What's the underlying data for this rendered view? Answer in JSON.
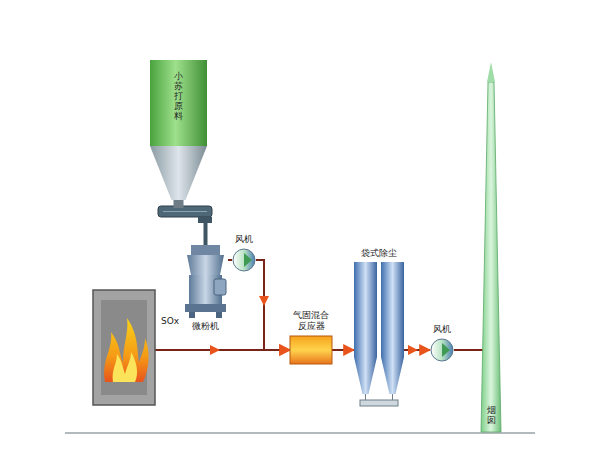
{
  "diagram": {
    "nodes": [
      {
        "text": [
          "小苏打原料"
        ]
      },
      {
        "text": [
          "风机"
        ]
      },
      {
        "text": [
          "微粉机"
        ]
      },
      {
        "text": [
          "SOx"
        ]
      },
      {
        "text": [
          "气固混合反应器"
        ]
      },
      {
        "text": [
          "袋式除尘"
        ]
      },
      {
        "text": [
          "风机"
        ]
      },
      {
        "text": [
          "烟囱"
        ]
      }
    ],
    "edges": [
      {
        "from": 0,
        "to": 2,
        "arrow": "none"
      },
      {
        "from": 2,
        "to": 1,
        "arrow": "none"
      },
      {
        "from": 3,
        "to": 4,
        "arrow": "to"
      },
      {
        "from": 1,
        "to": 4,
        "arrow": "to"
      },
      {
        "from": 4,
        "to": 5,
        "arrow": "to"
      },
      {
        "from": 5,
        "to": 6,
        "arrow": "to"
      },
      {
        "from": 6,
        "to": 7,
        "arrow": "none"
      }
    ]
  }
}
